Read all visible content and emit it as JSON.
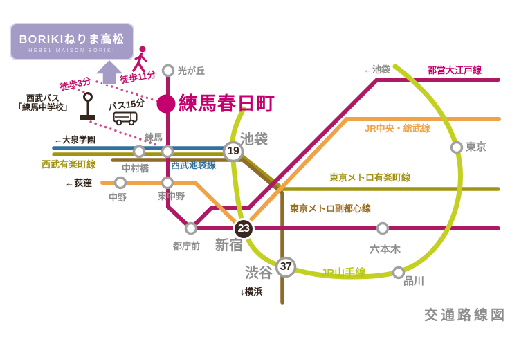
{
  "logo": {
    "title": "BORIKIねりま高松",
    "subtitle": "HEBEL MAISON BORIKI"
  },
  "caption": "交通路線図",
  "access": {
    "walk_to_bus": "徒歩3分",
    "walk_to_station": "徒歩11分",
    "bus_ride": "バス15分",
    "bus_stop": {
      "line1": "西武バス",
      "line2": "「練馬中学校」"
    }
  },
  "badges": {
    "ikebukuro": "19",
    "shinjuku": "23",
    "shibuya": "37"
  },
  "stations": {
    "hikarigaoka": "光が丘",
    "nerima_kasugacho": "練馬春日町",
    "nerima": "練馬",
    "nakamurabashi": "中村橋",
    "nakano": "中野",
    "higashi_nakano": "東中野",
    "tochomae": "都庁前",
    "ikebukuro": "池袋",
    "shinjuku": "新宿",
    "shibuya": "渋谷",
    "roppongi": "六本木",
    "shinagawa": "品川",
    "tokyo": "東京"
  },
  "directions": {
    "oizumi_gakuen": "←大泉学園",
    "ogikubo": "←荻窪",
    "ikebukuro_onward": "←池袋",
    "yokohama": "↓横浜"
  },
  "lines": {
    "seibu_ikebukuro": {
      "label": "西武池袋線",
      "color": "#33719c"
    },
    "seibu_yurakucho": {
      "label": "西武有楽町線",
      "color": "#a39312"
    },
    "toei_oedo": {
      "label": "都営大江戸線",
      "color": "#ad1a63"
    },
    "jr_chuo_sobu": {
      "label": "JR中央・総武線",
      "color": "#f0a346"
    },
    "metro_yurakucho": {
      "label": "東京メトロ有楽町線",
      "color": "#a39312"
    },
    "metro_fukutoshin": {
      "label": "東京メトロ副都心線",
      "color": "#8d6b28"
    },
    "jr_yamanote": {
      "label": "JR山手線",
      "color": "#c3d022"
    }
  },
  "icons": {
    "walker": "walker-icon",
    "arrow_up": "arrow-up-icon",
    "bus_stop": "bus-stop-icon",
    "bus": "bus-icon"
  },
  "colors": {
    "oedo_magenta": "#ad1a63",
    "big_station_magenta": "#c4006e",
    "seibu_blue": "#33719c",
    "yurakucho_gold": "#a39312",
    "fukutoshin_brown": "#8d6b28",
    "chuo_sobu_orange": "#f0a346",
    "yamanote_green": "#c3d022",
    "station_label_gray": "#8d8d8d",
    "dark_text": "#33261e",
    "logo_purple": "#a49bc7",
    "dotted_pink": "#d5468b",
    "badge_dark": "#38261f"
  }
}
